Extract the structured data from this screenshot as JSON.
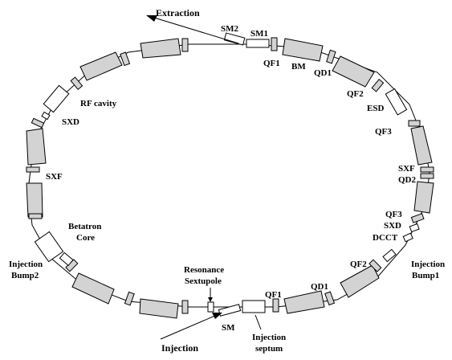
{
  "labels": {
    "extraction": "Extraction",
    "sm2": "SM2",
    "sm1": "SM1",
    "qf1_top": "QF1",
    "bm": "BM",
    "qd1_top": "QD1",
    "qf2_right": "QF2",
    "esd": "ESD",
    "qf3_upper": "QF3",
    "sxf_right": "SXF",
    "qd2": "QD2",
    "qf3_lower": "QF3",
    "sxd_right": "SXD",
    "dcct": "DCCT",
    "injection_bump1_l1": "Injection",
    "injection_bump1_l2": "Bump1",
    "qf2_bottom": "QF2",
    "qd1_bottom": "QD1",
    "qf1_bottom": "QF1",
    "injection_septum_l1": "Injection",
    "injection_septum_l2": "septum",
    "sm_bottom": "SM",
    "injection": "Injection",
    "resonance_l1": "Resonance",
    "resonance_l2": "Sextupole",
    "injection_bump2_l1": "Injection",
    "injection_bump2_l2": "Bump2",
    "betatron_l1": "Betatron",
    "betatron_l2": "Core",
    "sxf_left": "SXF",
    "sxd_left": "SXD",
    "rf_cavity": "RF cavity"
  },
  "colors": {
    "magnet_fill": "#d3d3d3",
    "stroke": "#000000",
    "white": "#ffffff"
  }
}
